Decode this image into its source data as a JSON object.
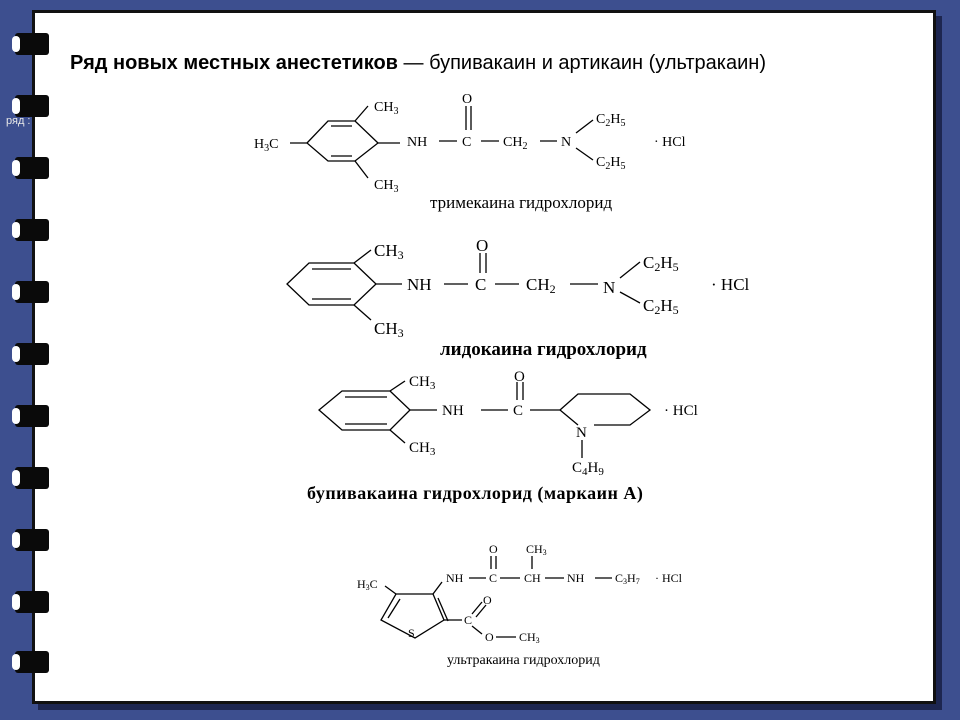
{
  "slide": {
    "stray_text": "ряд :",
    "title_bold": "Ряд новых местных анестетиков",
    "title_rest": " — бупивакаин и артикаин (ультракаин)"
  },
  "trimecaine": {
    "ch3_top": "CH",
    "ch3_top_sub": "3",
    "ch3_bottom": "CH",
    "ch3_bottom_sub": "3",
    "h3c": "H",
    "h3c_sub": "3",
    "h3c_c": "C",
    "nh": "NH",
    "c": "C",
    "o": "O",
    "ch2": "CH",
    "ch2_sub": "2",
    "n": "N",
    "et1": "C",
    "et1_sub1": "2",
    "et1_h": "H",
    "et1_sub2": "5",
    "et2": "C",
    "et2_sub1": "2",
    "et2_h": "H",
    "et2_sub2": "5",
    "hcl": "· HCl",
    "caption": "тримекаина гидрохлорид"
  },
  "lidocaine": {
    "ch3_top": "CH",
    "ch3_top_sub": "3",
    "ch3_bottom": "CH",
    "ch3_bottom_sub": "3",
    "nh": "NH",
    "c": "C",
    "o": "O",
    "ch2": "CH",
    "ch2_sub": "2",
    "n": "N",
    "et1": "C",
    "et1_sub1": "2",
    "et1_h": "H",
    "et1_sub2": "5",
    "et2": "C",
    "et2_sub1": "2",
    "et2_h": "H",
    "et2_sub2": "5",
    "hcl": "· HCl",
    "caption": "лидокаина гидрохлорид"
  },
  "bupivacaine": {
    "ch3_top": "CH",
    "ch3_top_sub": "3",
    "ch3_bottom": "CH",
    "ch3_bottom_sub": "3",
    "nh": "NH",
    "c": "C",
    "o": "O",
    "n": "N",
    "c4h9": "C",
    "c4h9_sub1": "4",
    "c4h9_h": "H",
    "c4h9_sub2": "9",
    "hcl": "· HCl",
    "caption": "бупивакаина гидрохлорид (маркаин А)"
  },
  "ultracaine": {
    "h3c": "H",
    "h3c_sub": "3",
    "h3c_c": "C",
    "s": "S",
    "nh": "NH",
    "c1": "C",
    "o1": "O",
    "ch": "CH",
    "ch3": "CH",
    "ch3_sub": "3",
    "nh2": "NH",
    "c3h7": "C",
    "c3h7_sub1": "3",
    "c3h7_h": "H",
    "c3h7_sub2": "7",
    "hcl": "· HCl",
    "c2": "C",
    "o2": "O",
    "o3": "O",
    "ch3b": "CH",
    "ch3b_sub": "3",
    "caption": "ультракаина гидрохлорид"
  }
}
